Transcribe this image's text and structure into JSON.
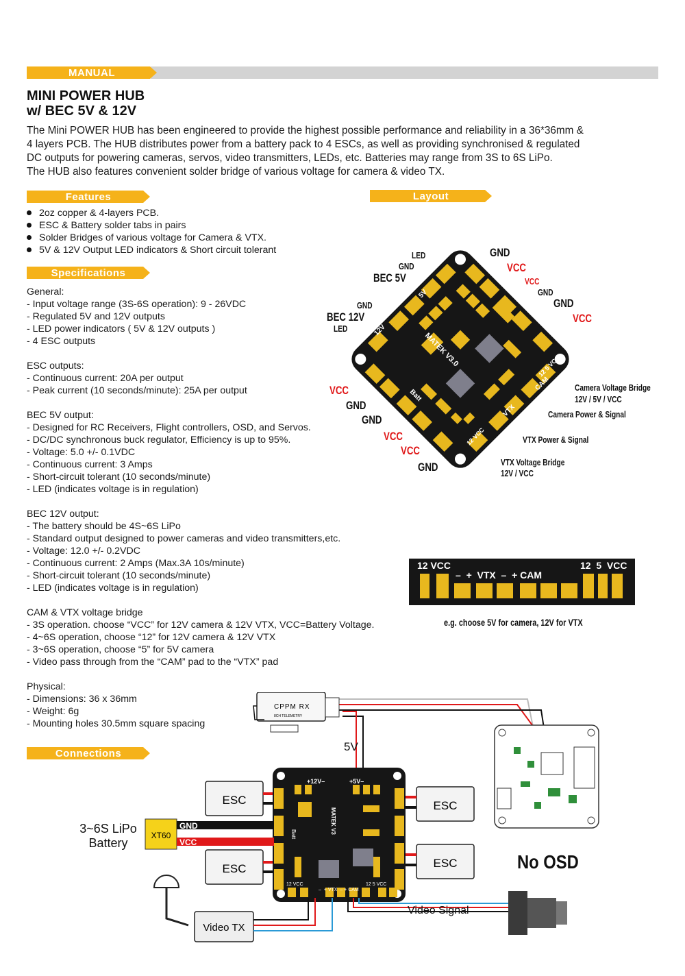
{
  "header": {
    "manual_label": "MANUAL",
    "title_line1": "MINI POWER HUB",
    "title_line2": "w/ BEC 5V & 12V"
  },
  "intro": [
    "The Mini POWER HUB has been engineered to provide the highest possible performance and reliability in a 36*36mm &",
    "4 layers PCB.  The HUB distributes power from a battery pack to 4 ESCs, as well as providing synchronised & regulated",
    "DC outputs for powering cameras, servos, video transmitters, LEDs, etc. Batteries may range from 3S to 6S LiPo.",
    "The HUB also features convenient solder bridge of various voltage for camera & video TX."
  ],
  "sections": {
    "features": "Features",
    "layout": "Layout",
    "specifications": "Specifications",
    "connections": "Connections"
  },
  "features": [
    "2oz copper & 4-layers PCB.",
    "ESC & Battery solder tabs in pairs",
    "Solder Bridges of various voltage for Camera & VTX.",
    "5V & 12V Output LED indicators & Short circuit tolerant"
  ],
  "specs": {
    "general": [
      "General:",
      "- Input voltage range (3S-6S operation): 9 - 26VDC",
      "- Regulated 5V and 12V outputs",
      "- LED power indicators ( 5V & 12V outputs )",
      "- 4 ESC outputs"
    ],
    "esc": [
      "ESC outputs:",
      "- Continuous current: 20A per output",
      "- Peak current (10 seconds/minute): 25A per output"
    ],
    "bec5": [
      "BEC 5V output:",
      "- Designed for RC Receivers, Flight controllers, OSD, and Servos.",
      "- DC/DC synchronous buck regulator, Efficiency is up to 95%.",
      "- Voltage: 5.0 +/- 0.1VDC",
      "- Continuous current: 3 Amps",
      "- Short-circuit tolerant (10 seconds/minute)",
      "- LED (indicates voltage is in regulation)"
    ],
    "bec12": [
      "BEC 12V output:",
      "- The battery should be 4S~6S LiPo",
      "- Standard output designed to power cameras and video transmitters,etc.",
      "- Voltage: 12.0 +/- 0.2VDC",
      "- Continuous current: 2 Amps (Max.3A 10s/minute)",
      "- Short-circuit tolerant (10 seconds/minute)",
      "- LED (indicates voltage is in regulation)"
    ],
    "bridge": [
      "CAM & VTX voltage bridge",
      "- 3S operation. choose “VCC” for 12V camera & 12V VTX,  VCC=Battery Voltage.",
      "- 4~6S operation, choose “12” for 12V camera & 12V VTX",
      "- 3~6S operation, choose “5” for 5V camera",
      "- Video pass through from the “CAM” pad to the “VTX” pad"
    ],
    "physical": [
      "Physical:",
      "- Dimensions: 36 x 36mm",
      "- Weight: 6g",
      "- Mounting holes 30.5mm square spacing"
    ]
  },
  "layout_labels": {
    "led_top": "LED",
    "gnd_top": "GND",
    "bec5v": "BEC 5V",
    "gnd_tr": "GND",
    "vcc_tr": "VCC",
    "vcc_tr_small": "VCC",
    "gnd_tr_small": "GND",
    "gnd_r": "GND",
    "vcc_r": "VCC",
    "gnd_l_small": "GND",
    "bec12v": "BEC 12V",
    "led_l": "LED",
    "vcc_l": "VCC",
    "gnd_l1": "GND",
    "gnd_l2": "GND",
    "vcc_b1": "VCC",
    "vcc_b2": "VCC",
    "gnd_b": "GND",
    "cam_bridge": "Camera Voltage Bridge",
    "cam_bridge_opts": "12V / 5V / VCC",
    "cam_power": "Camera Power & Signal",
    "vtx_power": "VTX Power & Signal",
    "vtx_bridge": "VTX Voltage Bridge",
    "vtx_bridge_opts": "12V / VCC",
    "board_brand": "MATEK V3.0",
    "board_5v": "5V",
    "board_12v": "12V",
    "board_batt": "Batt",
    "board_vtx": "VTX",
    "board_cam": "CAM",
    "board_12vcc": "12 VCC",
    "board_125vcc": "12 5 VCC"
  },
  "bridge_strip": {
    "top_left": "12 VCC",
    "top_right": "12  5  VCC",
    "middle": "–  +  VTX  –  + CAM",
    "caption": "e.g. choose 5V for camera, 12V for VTX"
  },
  "connections": {
    "rx_label": "CPPM  RX",
    "rx_sub": "8CH  TELEMETRY",
    "v5": "5V",
    "esc_tl": "ESC",
    "esc_bl": "ESC",
    "esc_tr": "ESC",
    "esc_br": "ESC",
    "battery_line1": "3~6S LiPo",
    "battery_line2": "Battery",
    "xt60": "XT60",
    "gnd": "GND",
    "vcc": "VCC",
    "video_tx": "Video TX",
    "video_signal": "Video Signal",
    "no_osd": "No OSD",
    "hub_12v": "+12V–",
    "hub_5v": "+5V–",
    "hub_brand": "MATEK V3",
    "hub_batt": "Batt",
    "hub_12vcc": "12 VCC",
    "hub_vtxcam": "–  + VTX  – + CAM",
    "hub_125vcc": "12 5 VCC"
  }
}
